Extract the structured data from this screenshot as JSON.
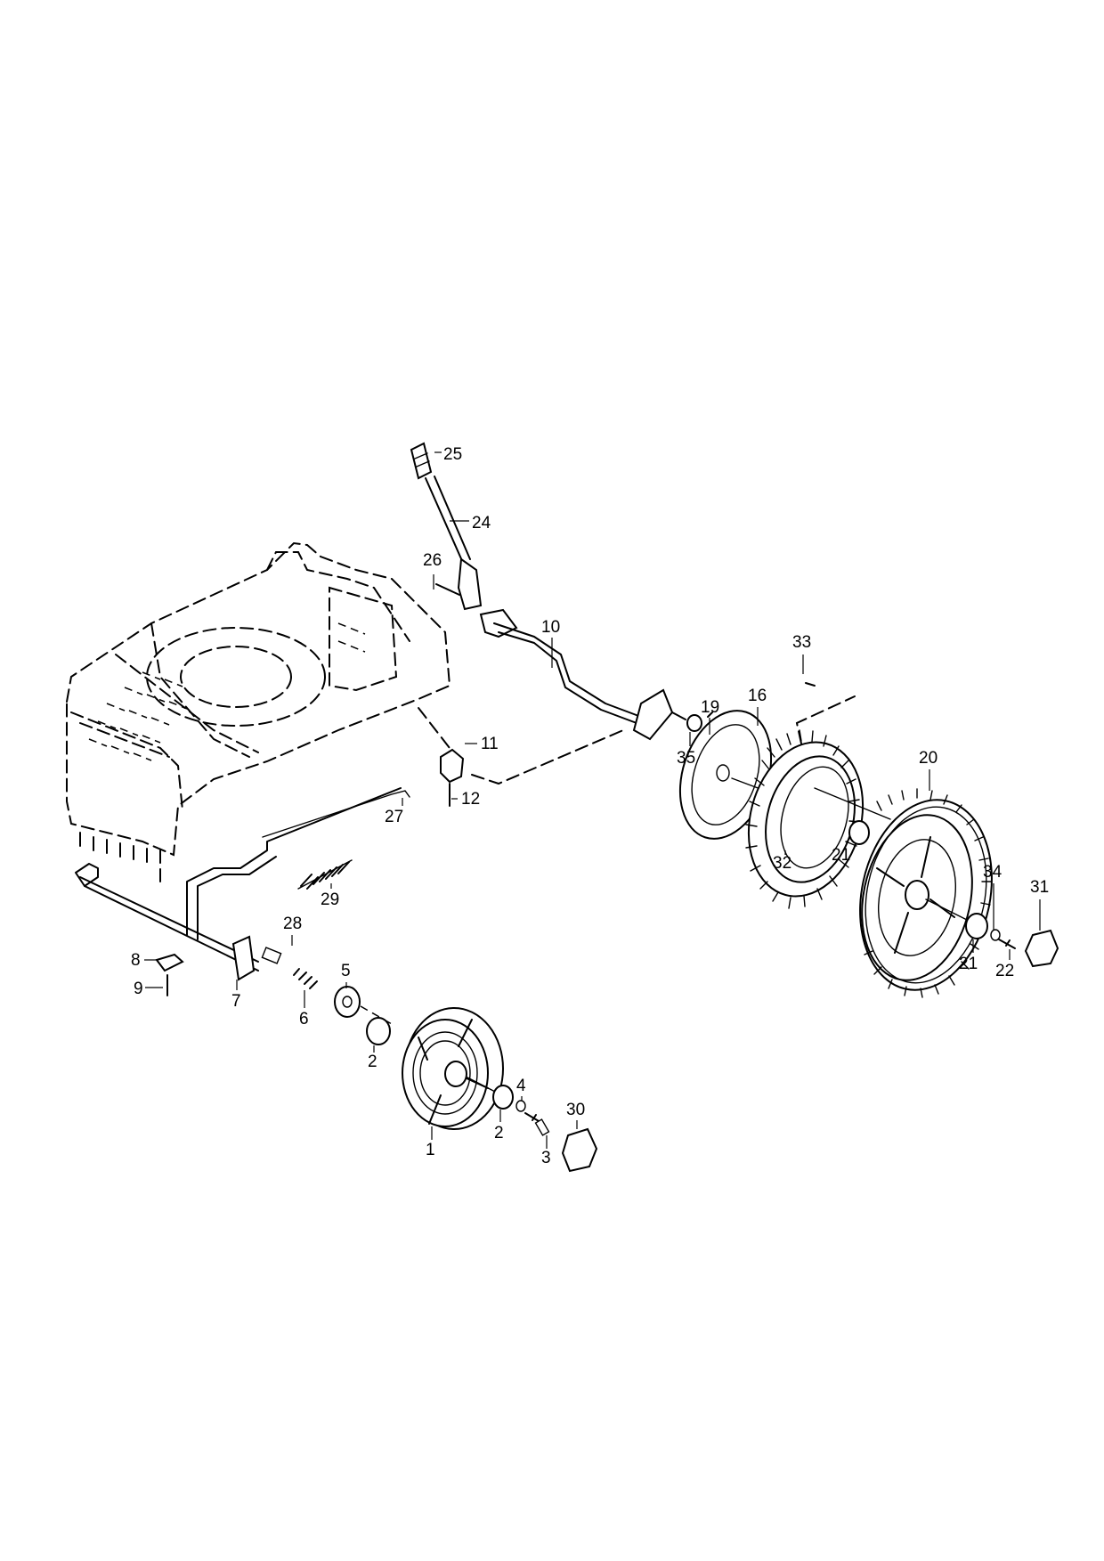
{
  "callouts": [
    {
      "id": "c1",
      "text": "1"
    },
    {
      "id": "c2a",
      "text": "2"
    },
    {
      "id": "c2b",
      "text": "2"
    },
    {
      "id": "c3",
      "text": "3"
    },
    {
      "id": "c4",
      "text": "4"
    },
    {
      "id": "c5",
      "text": "5"
    },
    {
      "id": "c6",
      "text": "6"
    },
    {
      "id": "c7",
      "text": "7"
    },
    {
      "id": "c8",
      "text": "8"
    },
    {
      "id": "c9",
      "text": "9"
    },
    {
      "id": "c10",
      "text": "10"
    },
    {
      "id": "c11",
      "text": "11"
    },
    {
      "id": "c12",
      "text": "12"
    },
    {
      "id": "c16",
      "text": "16"
    },
    {
      "id": "c19",
      "text": "19"
    },
    {
      "id": "c20",
      "text": "20"
    },
    {
      "id": "c21a",
      "text": "21"
    },
    {
      "id": "c21b",
      "text": "21"
    },
    {
      "id": "c22",
      "text": "22"
    },
    {
      "id": "c24",
      "text": "24"
    },
    {
      "id": "c25",
      "text": "25"
    },
    {
      "id": "c26",
      "text": "26"
    },
    {
      "id": "c27",
      "text": "27"
    },
    {
      "id": "c28",
      "text": "28"
    },
    {
      "id": "c29",
      "text": "29"
    },
    {
      "id": "c30",
      "text": "30"
    },
    {
      "id": "c31",
      "text": "31"
    },
    {
      "id": "c32",
      "text": "32"
    },
    {
      "id": "c33",
      "text": "33"
    },
    {
      "id": "c34",
      "text": "34"
    },
    {
      "id": "c35",
      "text": "35"
    }
  ]
}
